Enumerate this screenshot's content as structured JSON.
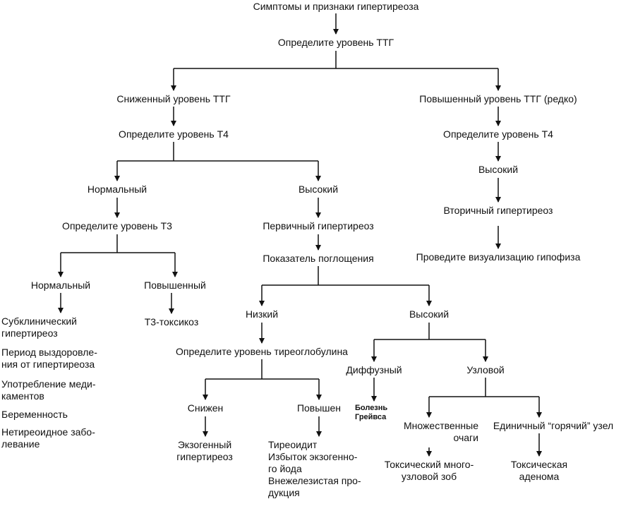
{
  "diagram": {
    "root": "Симптомы и признаки гипертиреоза",
    "measure_tsh": "Определите уровень ТТГ",
    "low_tsh": {
      "label": "Сниженный уровень ТТГ",
      "measure_t4": "Определите уровень Т4",
      "normal": {
        "label": "Нормальный",
        "measure_t3": "Определите уровень Т3",
        "t3_normal": {
          "label": "Нормальный",
          "causes": [
            [
              "Субклинический",
              "гипертиреоз"
            ],
            [
              "Период выздоровле-",
              "ния от гипертиреоза"
            ],
            [
              "Употребление меди-",
              "каментов"
            ],
            [
              "Беременность"
            ],
            [
              "Нетиреоидное забо-",
              "левание"
            ]
          ]
        },
        "t3_high": {
          "label": "Повышенный",
          "result": "Т3-токсикоз"
        }
      },
      "high": {
        "label": "Высокий",
        "primary": "Первичный гипертиреоз",
        "uptake": "Показатель поглощения",
        "uptake_low": {
          "label": "Низкий",
          "thyroglobulin": "Определите уровень тиреоглобулина",
          "reduced": {
            "label": "Снижен",
            "result": [
              "Экзогенный",
              "гипертиреоз"
            ]
          },
          "elevated": {
            "label": "Повышен",
            "result": [
              "Тиреоидит",
              "Избыток экзогенно-",
              "го йода",
              "Внежелезистая про-",
              "дукция"
            ]
          }
        },
        "uptake_high": {
          "label": "Высокий",
          "diffuse": {
            "label": "Диффузный",
            "result": [
              "Болезнь",
              "Грейвса"
            ]
          },
          "nodular": {
            "label": "Узловой",
            "multiple": {
              "label": [
                "Множественные",
                "очаги"
              ],
              "result": [
                "Токсический много-",
                "узловой зоб"
              ]
            },
            "single": {
              "label": "Единичный “горячий” узел",
              "result": [
                "Токсическая",
                "аденома"
              ]
            }
          }
        }
      }
    },
    "high_tsh": {
      "label": "Повышенный уровень ТТГ (редко)",
      "measure_t4": "Определите уровень Т4",
      "high": "Высокий",
      "secondary": "Вторичный гипертиреоз",
      "imaging": "Проведите визуализацию гипофиза"
    }
  }
}
